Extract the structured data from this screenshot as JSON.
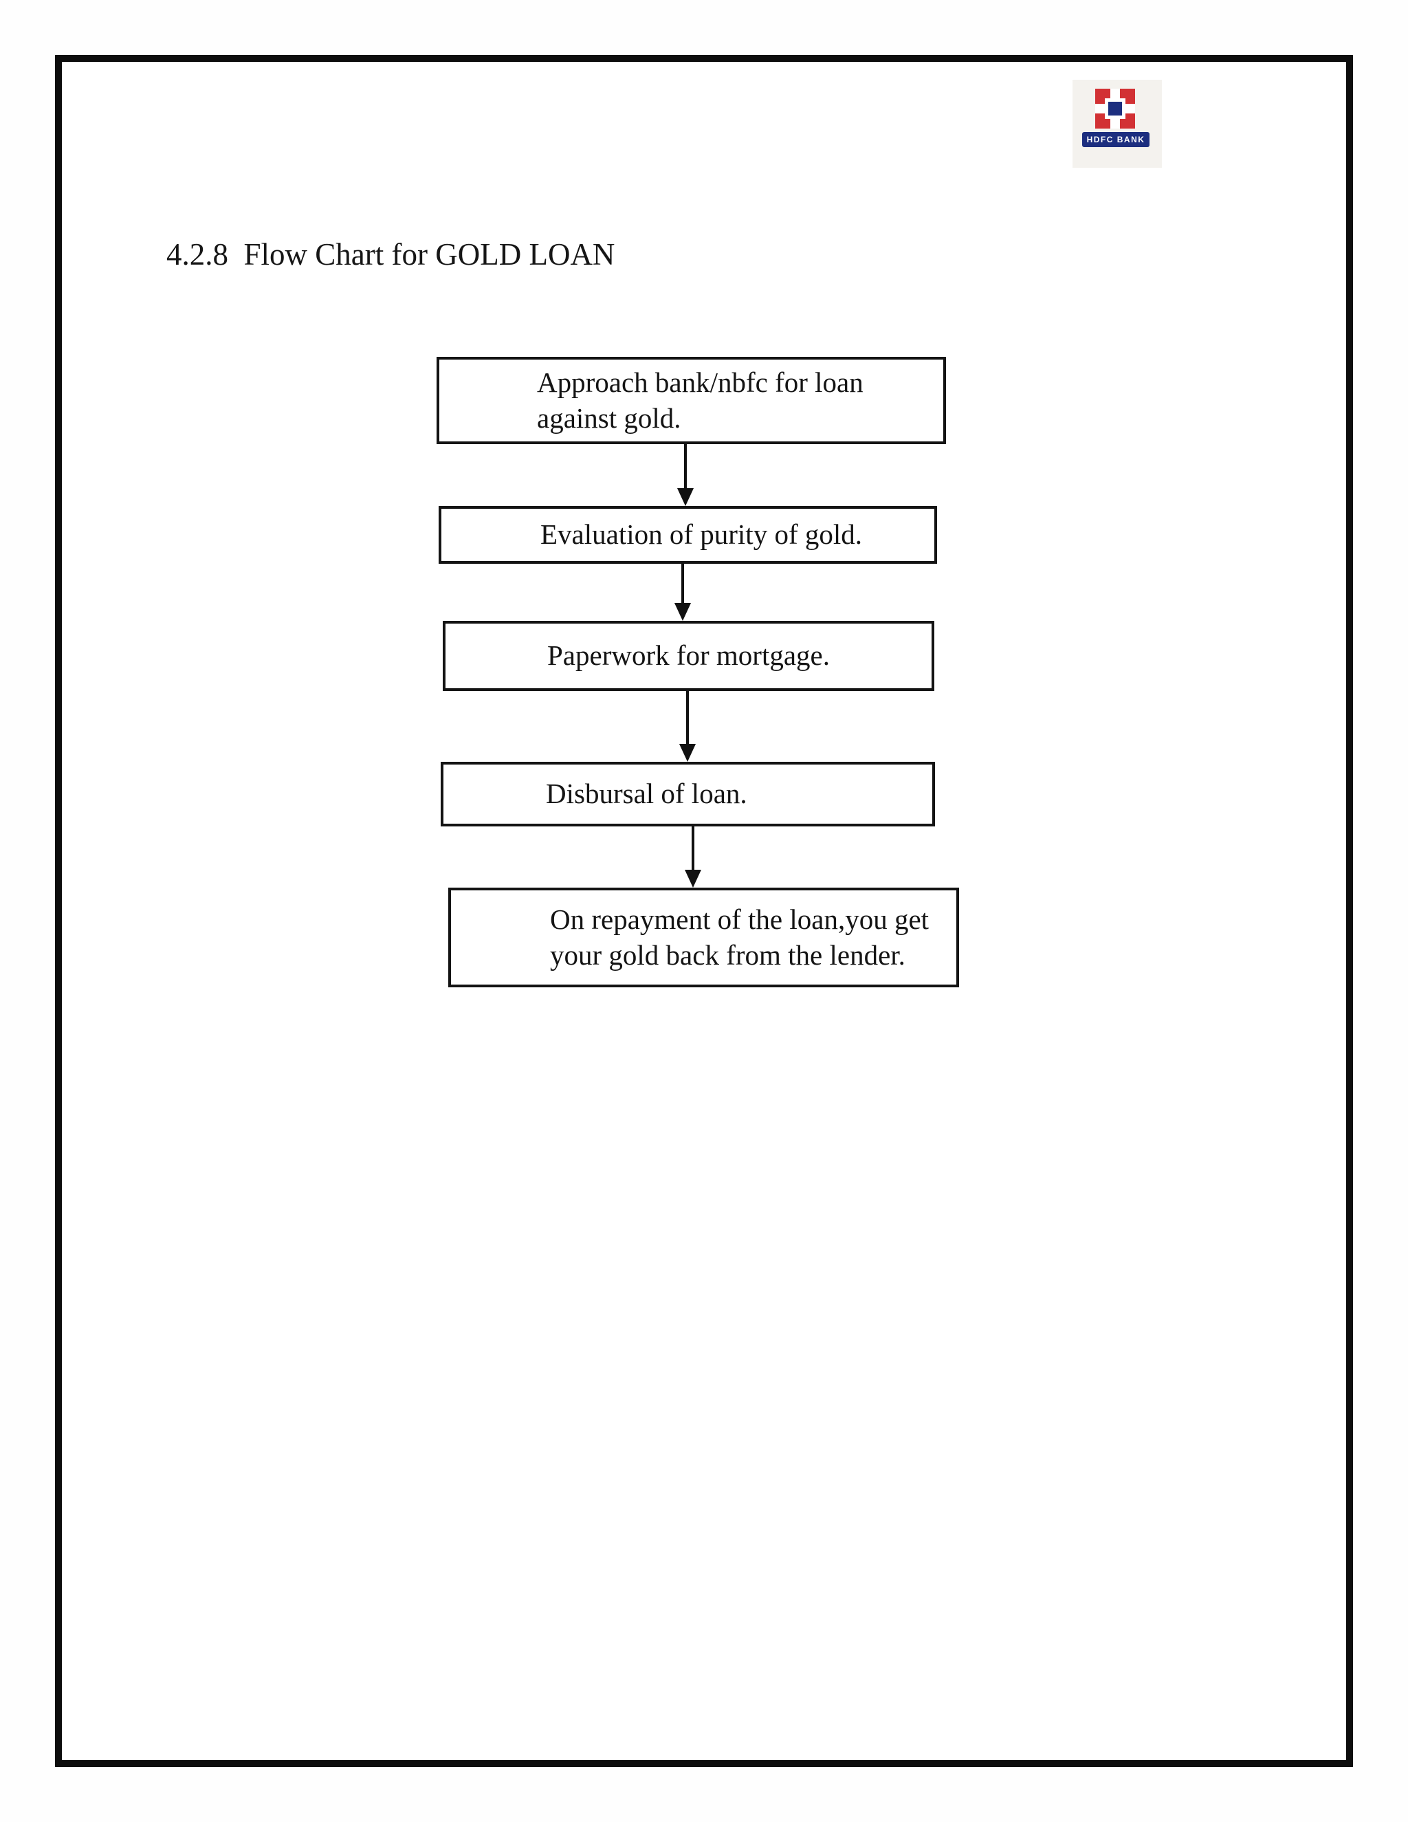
{
  "page": {
    "title": "4.2.8  Flow Chart for GOLD LOAN"
  },
  "logo": {
    "bank_name": "HDFC BANK",
    "colors": {
      "red": "#d23134",
      "navy": "#1c2e7f",
      "panel_bg": "#f4f2ee"
    }
  },
  "flowchart": {
    "steps": [
      {
        "lines": [
          "Approach bank/nbfc for loan",
          "against gold."
        ]
      },
      {
        "lines": [
          "Evaluation of purity of gold."
        ]
      },
      {
        "lines": [
          "Paperwork for mortgage."
        ]
      },
      {
        "lines": [
          "Disbursal of loan."
        ]
      },
      {
        "lines": [
          "On repayment of the loan,you get",
          "your gold back from the lender."
        ]
      }
    ]
  }
}
